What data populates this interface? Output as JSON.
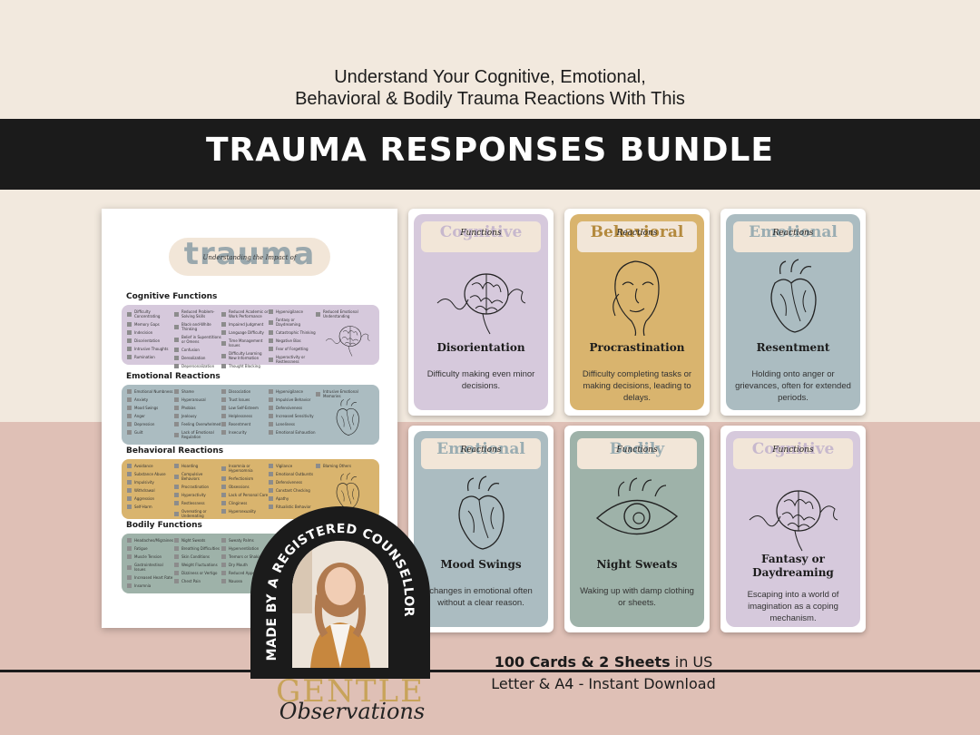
{
  "header": {
    "subtitle_line1": "Understand Your Cognitive, Emotional,",
    "subtitle_line2": "Behavioral & Bodily Trauma Reactions With This",
    "title": "TRAUMA RESPONSES BUNDLE"
  },
  "sheet": {
    "word": "trauma",
    "caption": "Understanding the Impact of",
    "sections": [
      {
        "title": "Cognitive Functions",
        "color": "#d6c9dc",
        "items": [
          "Difficulty Concentrating",
          "Memory Gaps",
          "Indecision",
          "Disorientation",
          "Intrusive Thoughts",
          "Rumination",
          "Reduced Problem-Solving Skills",
          "Black-and-White Thinking",
          "Belief in Superstitions or Omens",
          "Confusion",
          "Derealization",
          "Depersonalization",
          "Reduced Academic or Work Performance",
          "Impaired Judgment",
          "Language Difficulty",
          "Time Management Issues",
          "Difficulty Learning New Information",
          "Thought Blocking",
          "Hypervigilance",
          "Fantasy or Daydreaming",
          "Catastrophic Thinking",
          "Negative Bias",
          "Fear of Forgetting",
          "Hyperactivity or Restlessness",
          "Reduced Emotional Understanding"
        ]
      },
      {
        "title": "Emotional Reactions",
        "color": "#abbcc1",
        "items": [
          "Emotional Numbness",
          "Anxiety",
          "Mood Swings",
          "Anger",
          "Depression",
          "Guilt",
          "Shame",
          "Hyperarousal",
          "Phobias",
          "Jealousy",
          "Feeling Overwhelmed",
          "Lack of Emotional Regulation",
          "Dissociation",
          "Trust Issues",
          "Low Self-Esteem",
          "Helplessness",
          "Resentment",
          "Insecurity",
          "Hypervigilance",
          "Impulsive Behavior",
          "Defensiveness",
          "Increased Sensitivity",
          "Loneliness",
          "Emotional Exhaustion",
          "Intrusive Emotional Memories"
        ]
      },
      {
        "title": "Behavioral Reactions",
        "color": "#d9b46e",
        "items": [
          "Avoidance",
          "Substance Abuse",
          "Impulsivity",
          "Withdrawal",
          "Aggression",
          "Self-Harm",
          "Hoarding",
          "Compulsive Behaviors",
          "Procrastination",
          "Hyperactivity",
          "Restlessness",
          "Overeating or Undereating",
          "Insomnia or Hypersomnia",
          "Perfectionism",
          "Obsessions",
          "Lack of Personal Care",
          "Clinginess",
          "Hypersexuality",
          "Vigilance",
          "Emotional Outbursts",
          "Defensiveness",
          "Constant Checking",
          "Apathy",
          "Ritualistic Behavior",
          "Blaming Others"
        ]
      },
      {
        "title": "Bodily Functions",
        "color": "#9eb2a9",
        "items": [
          "Headaches/Migraines",
          "Fatigue",
          "Muscle Tension",
          "Gastrointestinal Issues",
          "Increased Heart Rate",
          "Insomnia",
          "Night Sweats",
          "Breathing Difficulties",
          "Skin Conditions",
          "Weight Fluctuations",
          "Dizziness or Vertigo",
          "Chest Pain",
          "Sweaty Palms",
          "Hyperventilation",
          "Tremors or Shaking",
          "Dry Mouth",
          "Reduced Appetite",
          "Nausea"
        ]
      }
    ]
  },
  "cards": [
    {
      "category": "Cognitive",
      "sub": "Functions",
      "term": "Disorientation",
      "desc": "Difficulty making even minor decisions.",
      "style": "cog",
      "icon": "brain-icon"
    },
    {
      "category": "Behavioral",
      "sub": "Reactions",
      "term": "Procrastination",
      "desc": "Difficulty completing tasks or making decisions, leading to delays.",
      "style": "beh",
      "icon": "face-icon"
    },
    {
      "category": "Emotional",
      "sub": "Reactions",
      "term": "Resentment",
      "desc": "Holding onto anger or grievances, often for extended periods.",
      "style": "emo",
      "icon": "heart-icon"
    },
    {
      "category": "Emotional",
      "sub": "Reactions",
      "term": "Mood Swings",
      "desc": "changes in emotional often without a clear reason.",
      "style": "emo",
      "icon": "heart-icon"
    },
    {
      "category": "Bodily",
      "sub": "Functions",
      "term": "Night Sweats",
      "desc": "Waking up with damp clothing or sheets.",
      "style": "bod",
      "icon": "eye-icon"
    },
    {
      "category": "Cognitive",
      "sub": "Functions",
      "term": "Fantasy or Daydreaming",
      "desc": "Escaping into a world of imagination as a coping mechanism.",
      "style": "cog",
      "icon": "brain-icon"
    }
  ],
  "badge": {
    "text": "MADE BY A REGISTERED COUNSELLOR"
  },
  "footer": {
    "line1_bold": "100 Cards & 2 Sheets",
    "line1_rest": " in US",
    "line2": "Letter & A4 - Instant Download"
  },
  "brand": {
    "name": "GENTLE",
    "script": "Observations"
  }
}
